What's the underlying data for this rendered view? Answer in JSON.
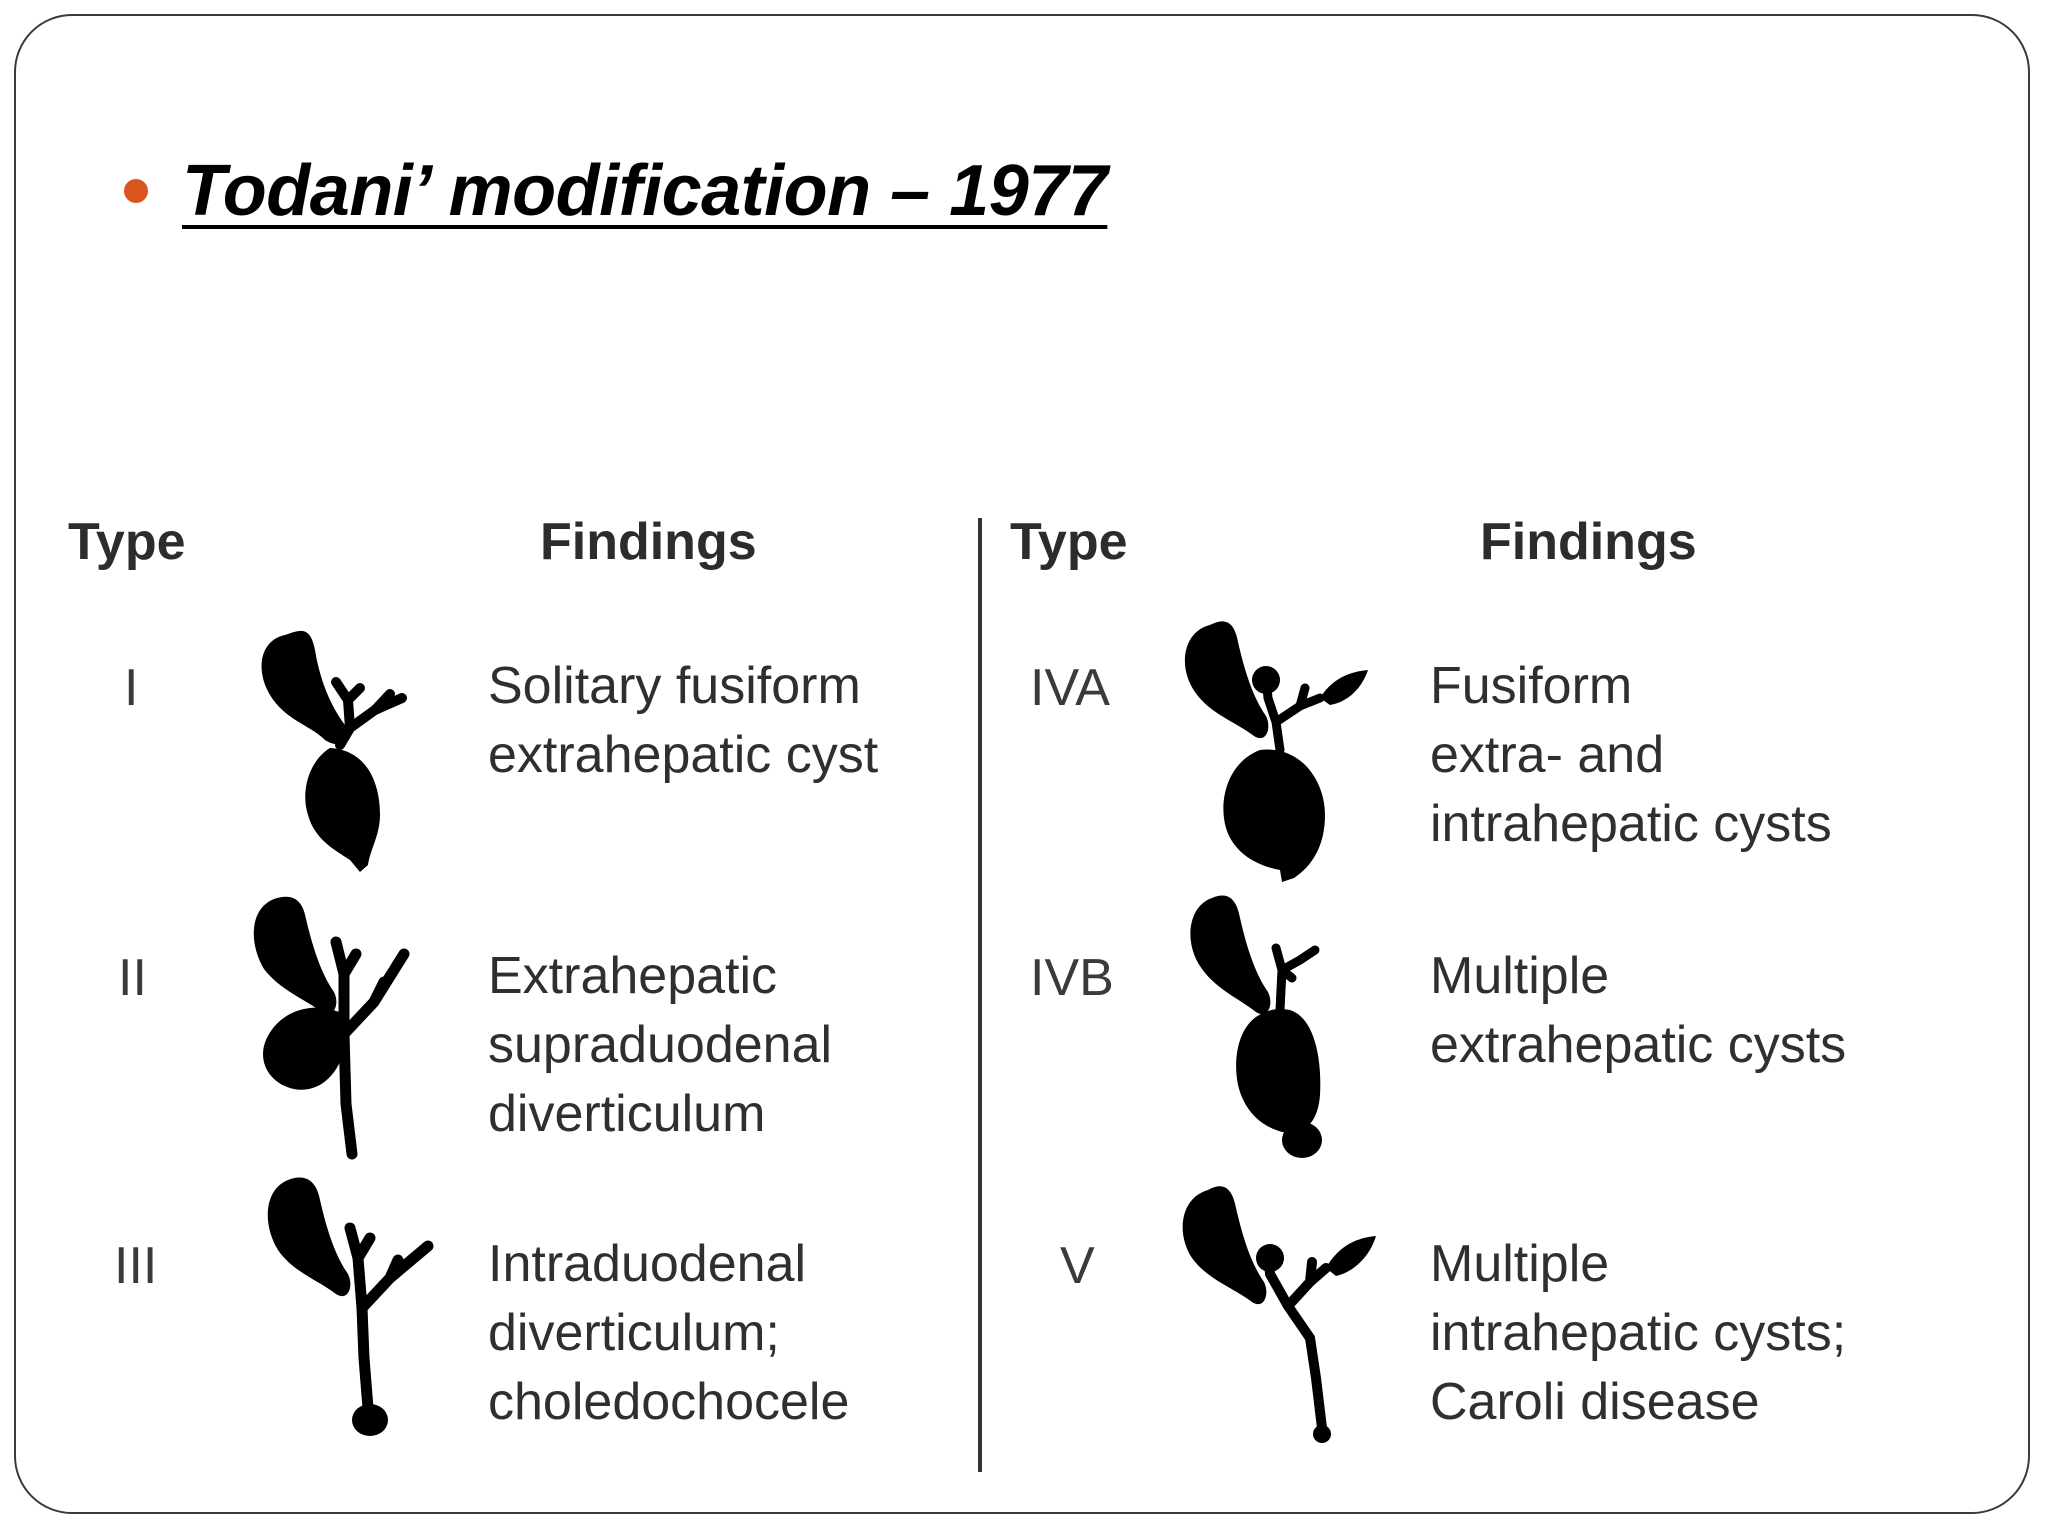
{
  "slide": {
    "title": "Todani’ modification – 1977",
    "bullet_color": "#d9541e"
  },
  "table": {
    "left": {
      "type_header": "Type",
      "findings_header": "Findings",
      "rows": [
        {
          "type": "I",
          "findings": [
            "Solitary fusiform",
            "extrahepatic cyst"
          ]
        },
        {
          "type": "II",
          "findings": [
            "Extrahepatic",
            "supraduodenal",
            "diverticulum"
          ]
        },
        {
          "type": "III",
          "findings": [
            "Intraduodenal",
            "diverticulum;",
            "choledochocele"
          ]
        }
      ]
    },
    "right": {
      "type_header": "Type",
      "findings_header": "Findings",
      "rows": [
        {
          "type": "IVA",
          "findings": [
            "Fusiform",
            "extra- and",
            "intrahepatic cysts"
          ]
        },
        {
          "type": "IVB",
          "findings": [
            "Multiple",
            "extrahepatic cysts"
          ]
        },
        {
          "type": "V",
          "findings": [
            "Multiple",
            "intrahepatic cysts;",
            "Caroli disease"
          ]
        }
      ]
    }
  }
}
